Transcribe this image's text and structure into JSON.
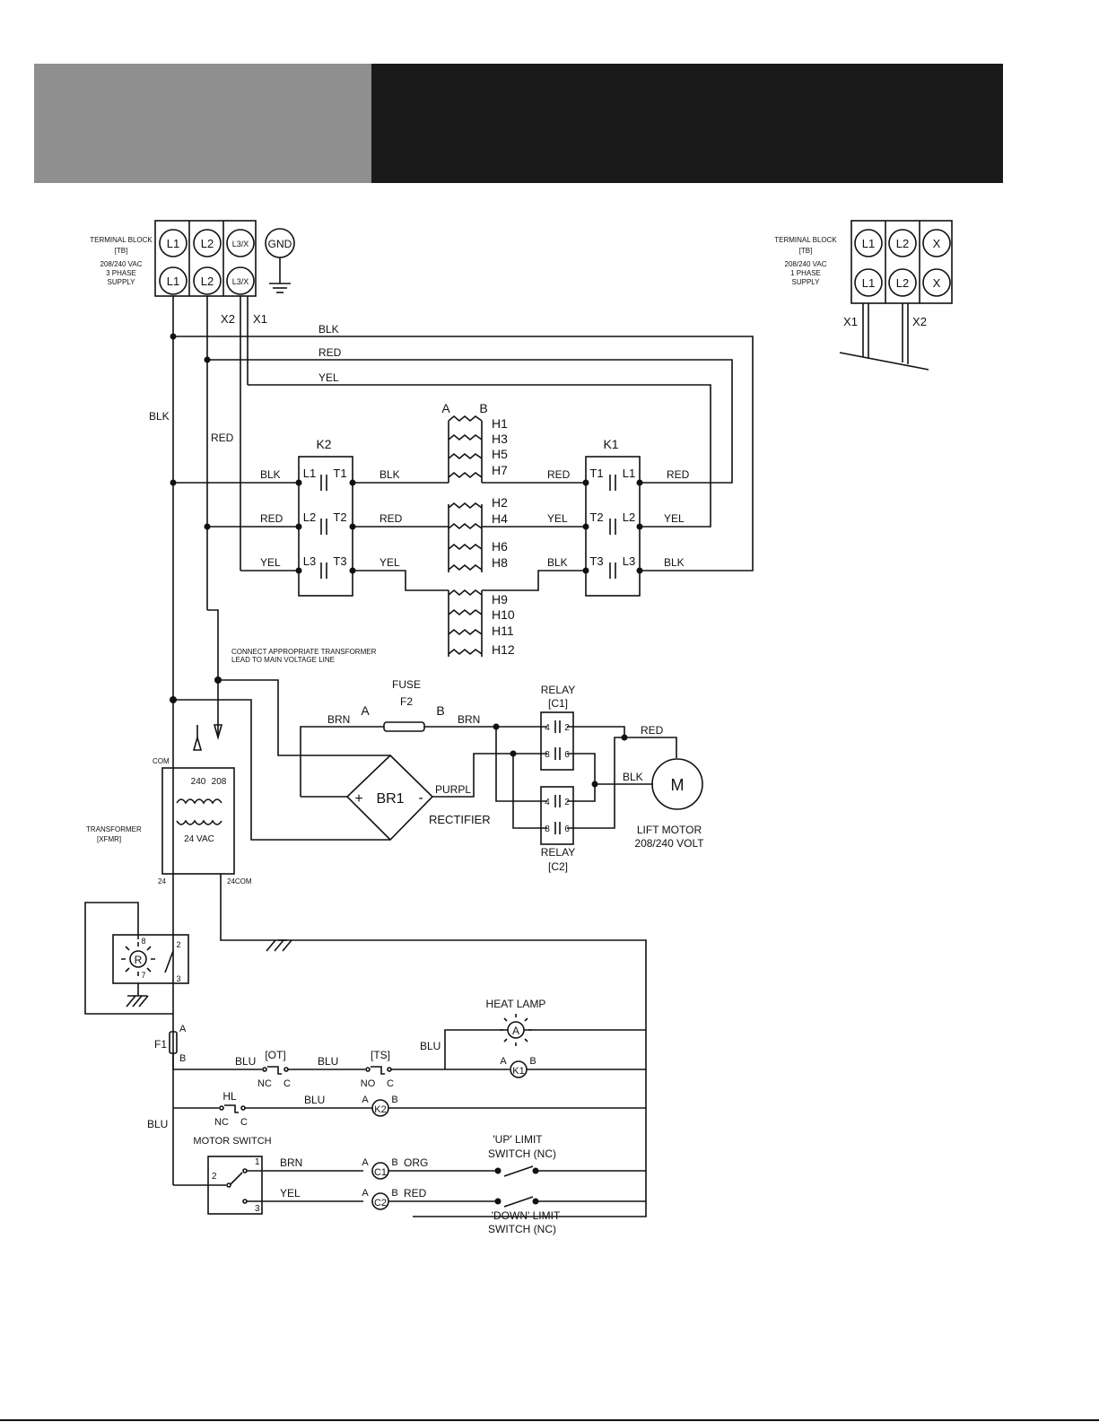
{
  "colors": {
    "header_gray": "#8f8f8f",
    "header_black": "#1a1a1a",
    "ink": "#111111"
  },
  "tb3": {
    "title1": "TERMINAL BLOCK",
    "title2": "[TB]",
    "volt": "208/240 VAC",
    "phase": "3 PHASE",
    "supply": "SUPPLY",
    "cells": [
      "L1",
      "L2",
      "L3/X",
      "L1",
      "L2",
      "L3/X"
    ],
    "gnd": "GND",
    "x2": "X2",
    "x1": "X1"
  },
  "tb1": {
    "title1": "TERMINAL BLOCK",
    "title2": "[TB]",
    "volt": "208/240 VAC",
    "phase": "1 PHASE",
    "supply": "SUPPLY",
    "cells": [
      "L1",
      "L2",
      "X",
      "L1",
      "L2",
      "X"
    ],
    "x1": "X1",
    "x2": "X2"
  },
  "wires": {
    "blk": "BLK",
    "red": "RED",
    "yel": "YEL",
    "blu": "BLU",
    "brn": "BRN",
    "purpl": "PURPL",
    "org": "ORG"
  },
  "k2": {
    "label": "K2",
    "l1": "L1",
    "t1": "T1",
    "l2": "L2",
    "t2": "T2",
    "l3": "L3",
    "t3": "T3"
  },
  "k1": {
    "label": "K1",
    "t1": "T1",
    "l1": "L1",
    "t2": "T2",
    "l2": "L2",
    "t3": "T3",
    "l3": "L3"
  },
  "heater": {
    "a": "A",
    "b": "B",
    "h": [
      "H1",
      "H3",
      "H5",
      "H7",
      "H2",
      "H4",
      "H6",
      "H8",
      "H9",
      "H10",
      "H11",
      "H12"
    ]
  },
  "note1": "CONNECT APPROPRIATE TRANSFORMER",
  "note2": "LEAD TO MAIN VOLTAGE LINE",
  "fuse": {
    "title": "FUSE",
    "name": "F2",
    "a": "A",
    "b": "B"
  },
  "bridge": {
    "label": "BR1",
    "plus": "+",
    "minus": "-",
    "name": "RECTIFIER"
  },
  "relay_c1": {
    "title": "RELAY",
    "name": "[C1]",
    "p4": "4",
    "p2": "2",
    "p8": "8",
    "p6": "6"
  },
  "relay_c2": {
    "title": "RELAY",
    "name": "[C2]",
    "p4": "4",
    "p2": "2",
    "p8": "8",
    "p6": "6"
  },
  "motor": {
    "symbol": "M",
    "name": "LIFT MOTOR",
    "volt": "208/240 VOLT"
  },
  "xfmr": {
    "com": "COM",
    "v240": "240",
    "v208": "208",
    "v24vac": "24 VAC",
    "name": "TRANSFORMER",
    "tag": "[XFMR]",
    "t24": "24",
    "t24com": "24COM"
  },
  "r_relay": {
    "symbol": "R",
    "p8": "8",
    "p7": "7",
    "p2": "2",
    "p3": "3"
  },
  "f1": {
    "name": "F1",
    "a": "A",
    "b": "B"
  },
  "heat_lamp": {
    "title": "HEAT LAMP",
    "symbol": "A"
  },
  "coils": {
    "k1": "K1",
    "k2": "K2",
    "c1": "C1",
    "c2": "C2",
    "a": "A",
    "b": "B"
  },
  "switches": {
    "ot": "[OT]",
    "ts": "[TS]",
    "hl": "HL",
    "nc": "NC",
    "no": "NO",
    "c": "C",
    "motor_switch": "MOTOR SWITCH",
    "ms1": "1",
    "ms2": "2",
    "ms3": "3",
    "up1": "'UP' LIMIT",
    "up2": "SWITCH (NC)",
    "down1": "'DOWN' LIMIT",
    "down2": "SWITCH (NC)"
  }
}
